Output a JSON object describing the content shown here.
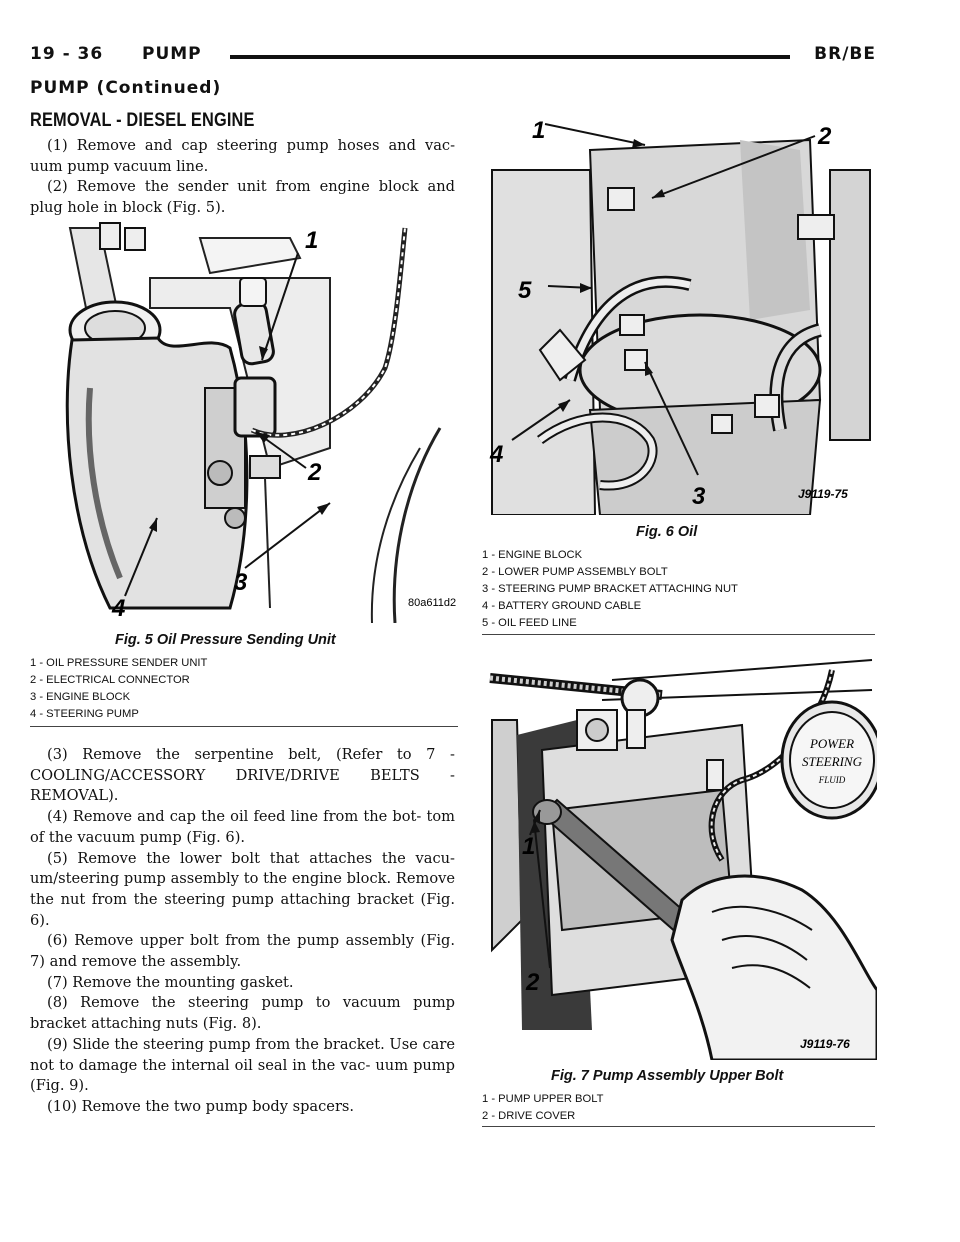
{
  "header": {
    "page_number": "19 - 36",
    "section": "PUMP",
    "model": "BR/BE"
  },
  "continued": "PUMP (Continued)",
  "heading": "REMOVAL - DIESEL ENGINE",
  "steps_top": [
    "(1) Remove and cap steering pump hoses and vac- uum pump vacuum line.",
    "(2)  Remove the sender unit from engine block and plug hole in block (Fig. 5)."
  ],
  "steps_bottom": [
    "(3) Remove the serpentine belt, (Refer to 7 - COOLING/ACCESSORY DRIVE/DRIVE BELTS - REMOVAL).",
    "(4) Remove and cap the oil feed line from the bot- tom of the vacuum pump (Fig. 6).",
    "(5) Remove the lower bolt that attaches the vacu- um/steering pump assembly to the engine block. Remove the nut from the steering pump attaching bracket (Fig. 6).",
    "(6) Remove upper bolt from the pump assembly (Fig. 7) and remove the assembly.",
    "(7) Remove the mounting gasket.",
    "(8) Remove the steering pump to vacuum pump bracket attaching nuts (Fig. 8).",
    "(9) Slide the steering pump from the bracket. Use care not to damage the internal oil seal in the vac- uum pump (Fig. 9).",
    "(10) Remove the two pump body spacers."
  ],
  "fig5": {
    "title": "Fig. 5 Oil Pressure Sending Unit",
    "code": "80a611d2",
    "callouts": [
      "1",
      "2",
      "3",
      "4"
    ],
    "legend": [
      "1 - OIL PRESSURE SENDER UNIT",
      "2 - ELECTRICAL CONNECTOR",
      "3 - ENGINE BLOCK",
      "4 - STEERING PUMP"
    ]
  },
  "fig6": {
    "title": "Fig. 6 Oil",
    "code": "J9119-75",
    "callouts": [
      "1",
      "2",
      "3",
      "4",
      "5"
    ],
    "legend": [
      "1 - ENGINE BLOCK",
      "2 - LOWER PUMP ASSEMBLY BOLT",
      "3 - STEERING PUMP BRACKET ATTACHING NUT",
      "4 - BATTERY GROUND CABLE",
      "5 - OIL FEED LINE"
    ]
  },
  "fig7": {
    "title": "Fig. 7 Pump Assembly Upper Bolt",
    "code": "J9119-76",
    "callouts": [
      "1",
      "2"
    ],
    "cap_lines": [
      "POWER",
      "STEERING",
      "FLUID"
    ],
    "legend": [
      "1 - PUMP UPPER BOLT",
      "2 - DRIVE COVER"
    ]
  }
}
